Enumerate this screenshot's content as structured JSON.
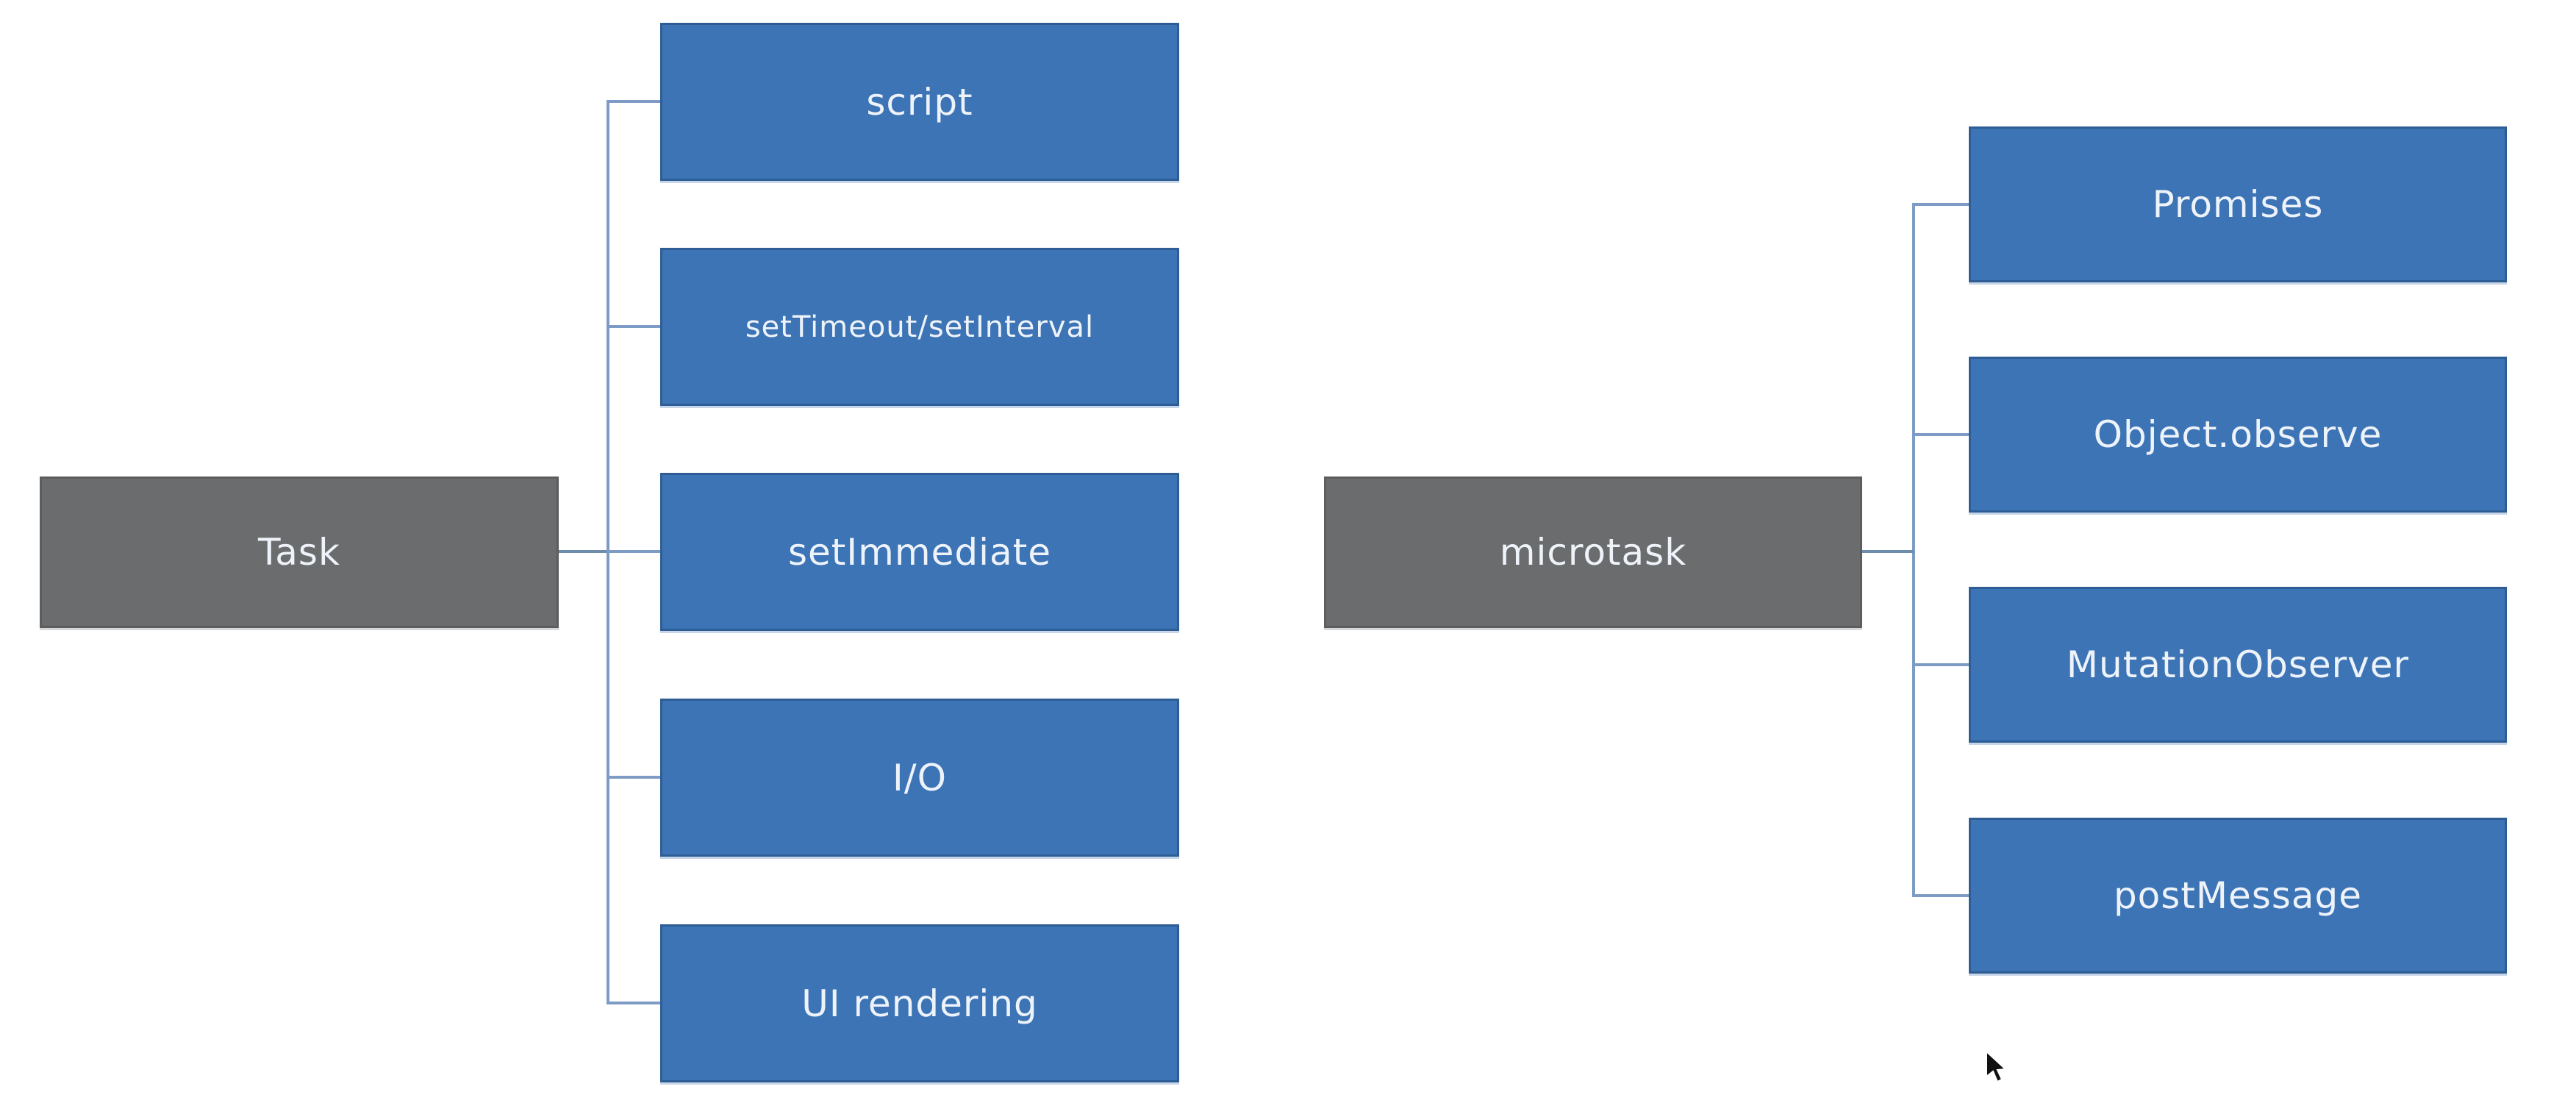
{
  "diagram": {
    "trees": [
      {
        "root": {
          "label": "Task"
        },
        "children": [
          {
            "label": "script"
          },
          {
            "label": "setTimeout/setInterval"
          },
          {
            "label": "setImmediate"
          },
          {
            "label": "I/O"
          },
          {
            "label": "UI rendering"
          }
        ]
      },
      {
        "root": {
          "label": "microtask"
        },
        "children": [
          {
            "label": "Promises"
          },
          {
            "label": "Object.observe"
          },
          {
            "label": "MutationObserver"
          },
          {
            "label": "postMessage"
          }
        ]
      }
    ],
    "colors": {
      "node_fill": "#3d74b5",
      "node_border": "#2d5d94",
      "node_edge_light": "#c7d5e8",
      "root_fill": "#6b6c6e",
      "root_border": "#5c5d5f",
      "root_edge_light": "#d8d8d8",
      "connector": "#7d9bc4",
      "root_link": "#6e8dad",
      "text": "#eef3fa",
      "background": "#ffffff"
    },
    "cursor_icon": "arrow-pointer"
  }
}
